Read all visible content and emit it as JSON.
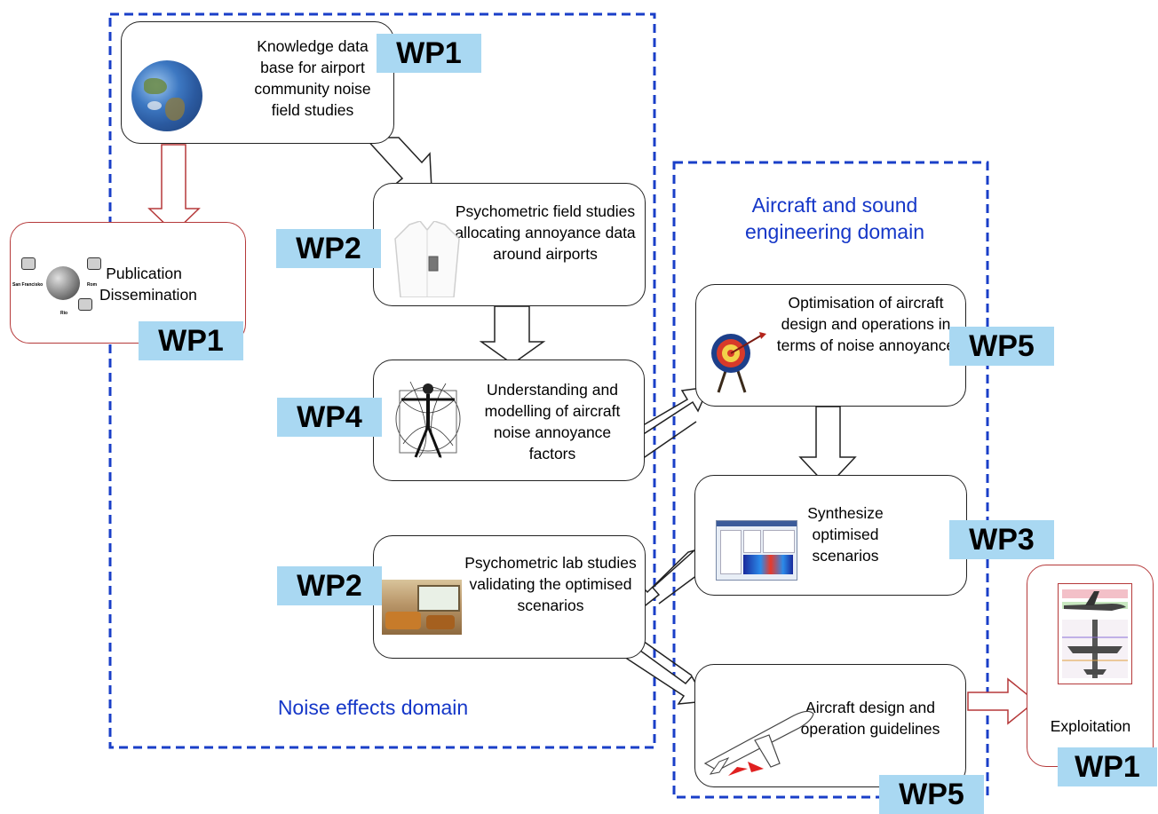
{
  "domains": {
    "noise_effects": "Noise effects domain",
    "aircraft_sound": "Aircraft and sound engineering domain"
  },
  "boxes": {
    "knowledge": "Knowledge data base for airport community noise field studies",
    "publication": "Publication Dissemination",
    "field_studies": "Psychometric field studies allocating annoyance data around airports",
    "understanding": "Understanding and modelling of aircraft noise annoyance factors",
    "lab_studies": "Psychometric lab studies validating the optimised scenarios",
    "optimisation": "Optimisation of aircraft design and operations in terms of noise annoyance",
    "synthesize": "Synthesize optimised scenarios",
    "guidelines": "Aircraft design and operation guidelines",
    "exploitation": "Exploitation"
  },
  "wp_tags": {
    "knowledge": "WP1",
    "publication": "WP1",
    "field_studies": "WP2",
    "understanding": "WP4",
    "lab_studies": "WP2",
    "optimisation": "WP5",
    "synthesize": "WP3",
    "guidelines": "WP5",
    "exploitation": "WP1"
  },
  "globe_labels": [
    "San Francisko",
    "Rom",
    "Rio"
  ],
  "colors": {
    "domain_border": "#1a3fc8",
    "wp_tag_fill": "#a9d8f2",
    "red_arrow": "#b5393a",
    "box_border": "#222222"
  }
}
